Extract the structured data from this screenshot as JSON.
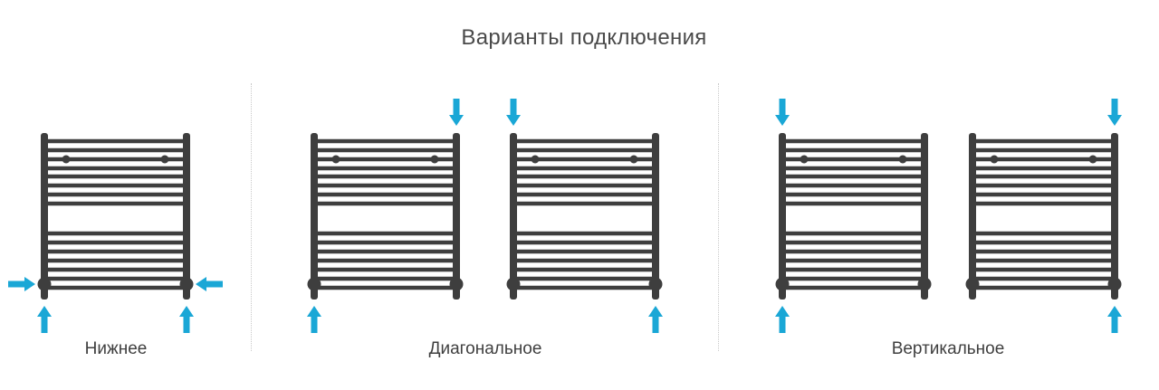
{
  "title": "Варианты подключения",
  "groups": [
    {
      "label": "Нижнее"
    },
    {
      "label": "Диагональное"
    },
    {
      "label": "Вертикальное"
    }
  ],
  "colors": {
    "radiator": "#3e3e3e",
    "arrow": "#1aa7d6",
    "text": "#4a4a4a"
  },
  "radiators": [
    {
      "name": "radiator-bottom",
      "connection": "bottom",
      "arrows": [
        "left-side-in",
        "right-side-in",
        "left-bottom-up",
        "right-bottom-up"
      ]
    },
    {
      "name": "radiator-diagonal-1",
      "connection": "diagonal",
      "arrows": [
        "right-top-down",
        "left-bottom-up"
      ]
    },
    {
      "name": "radiator-diagonal-2",
      "connection": "diagonal",
      "arrows": [
        "left-top-down",
        "right-bottom-up"
      ]
    },
    {
      "name": "radiator-vertical-1",
      "connection": "vertical",
      "arrows": [
        "left-top-down",
        "left-bottom-up"
      ]
    },
    {
      "name": "radiator-vertical-2",
      "connection": "vertical",
      "arrows": [
        "right-top-down",
        "right-bottom-up"
      ]
    }
  ]
}
